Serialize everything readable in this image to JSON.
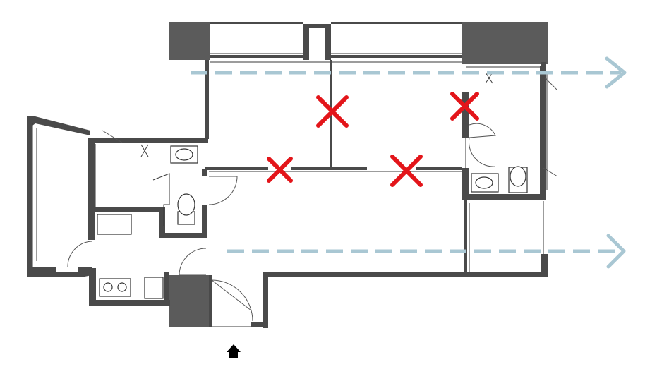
{
  "plan": {
    "legend": {
      "demolish_mark_color": "#e3151a",
      "airflow_arrow_color": "#a9c7d3",
      "entrance_marker_color": "#000000"
    },
    "removed_walls": [
      {
        "name": "x-bedroom-partition-top"
      },
      {
        "name": "x-bedroom-partition-right"
      },
      {
        "name": "x-living-partition-left"
      },
      {
        "name": "x-living-partition-right"
      }
    ],
    "airflow_arrows": [
      {
        "name": "airflow-arrow-upper"
      },
      {
        "name": "airflow-arrow-lower"
      }
    ],
    "entrance": {
      "icon": "triangle-up-icon"
    }
  }
}
